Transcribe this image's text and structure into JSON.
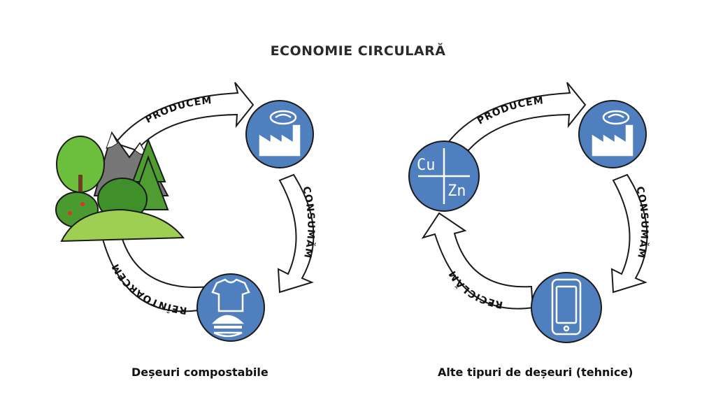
{
  "title": "ECONOMIE CIRCULARĂ",
  "colors": {
    "circle_fill": "#4f7fbf",
    "circle_stroke": "#1a1a1a",
    "arrow_fill": "#ffffff",
    "tree_green": "#5aa636",
    "grass": "#9fcf52",
    "mountain": "#777777"
  },
  "left_cycle": {
    "caption": "Deșeuri compostabile",
    "arrow_top": "PRODUCEM",
    "arrow_right": "CONSUMĂM",
    "arrow_left": "REÎNTOARCEM",
    "nodes": [
      {
        "icon": "forest-icon"
      },
      {
        "icon": "factory-icon"
      },
      {
        "icon": "tshirt-burger-icon"
      }
    ]
  },
  "right_cycle": {
    "caption": "Alte tipuri de deșeuri (tehnice)",
    "arrow_top": "PRODUCEM",
    "arrow_right": "CONSUMĂM",
    "arrow_left": "RECICLĂM",
    "element_1": "Cu",
    "element_2": "Zn",
    "nodes": [
      {
        "icon": "elements-icon"
      },
      {
        "icon": "factory-icon"
      },
      {
        "icon": "smartphone-icon"
      }
    ]
  }
}
